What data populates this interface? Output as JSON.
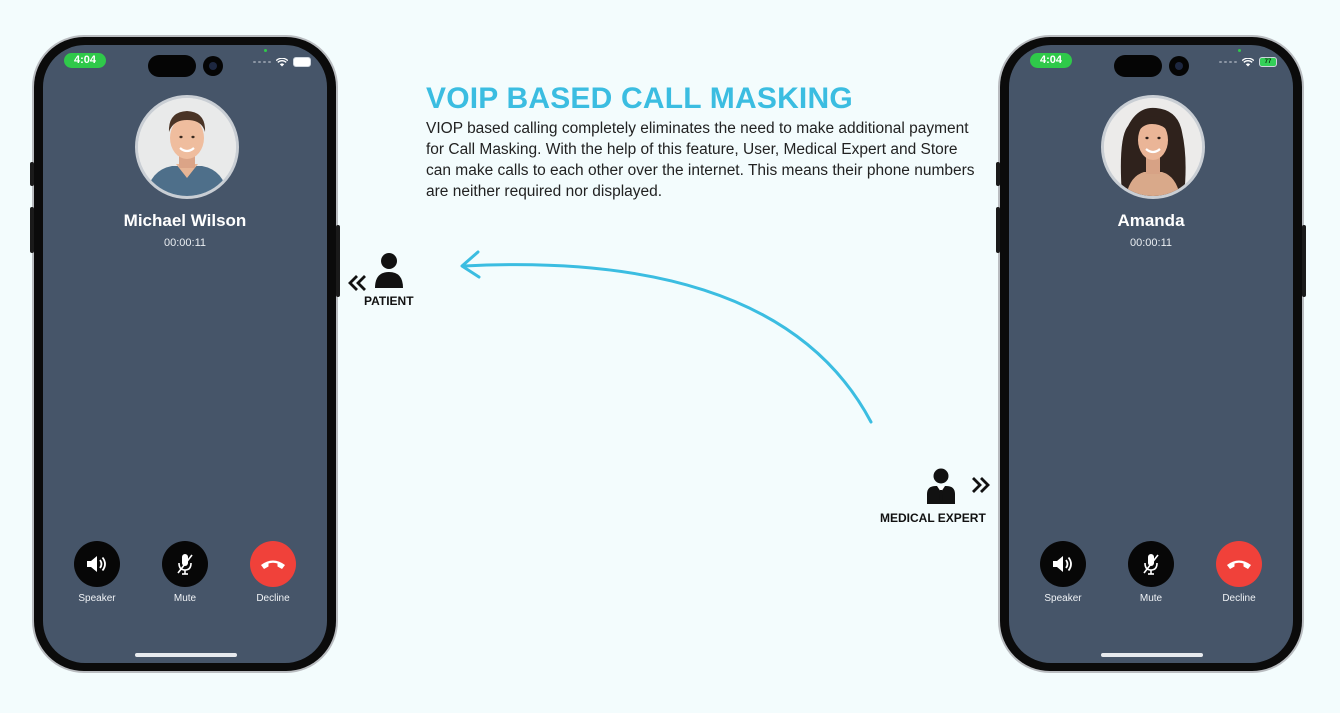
{
  "title": "VOIP BASED CALL MASKING",
  "description": "VIOP based calling completely eliminates the need to make additional payment for Call Masking. With the help of this feature, User, Medical Expert and Store can make calls to each other over the internet. This means their phone numbers are neither required nor displayed.",
  "patient_label": "PATIENT",
  "expert_label": "MEDICAL EXPERT",
  "phones": {
    "left": {
      "status_time": "4:04",
      "caller_name": "Michael Wilson",
      "call_timer": "00:00:11",
      "controls": {
        "speaker": "Speaker",
        "mute": "Mute",
        "decline": "Decline"
      }
    },
    "right": {
      "status_time": "4:04",
      "battery": "77",
      "caller_name": "Amanda",
      "call_timer": "00:00:11",
      "controls": {
        "speaker": "Speaker",
        "mute": "Mute",
        "decline": "Decline"
      }
    }
  },
  "colors": {
    "accent": "#3bbde1",
    "screen": "#465569",
    "decline": "#f0413a",
    "status_green": "#2fc94a"
  },
  "icons": {
    "speaker": "speaker-icon",
    "mute": "mic-off-icon",
    "decline": "phone-hangup-icon",
    "patient": "user-icon",
    "expert": "doctor-icon"
  }
}
